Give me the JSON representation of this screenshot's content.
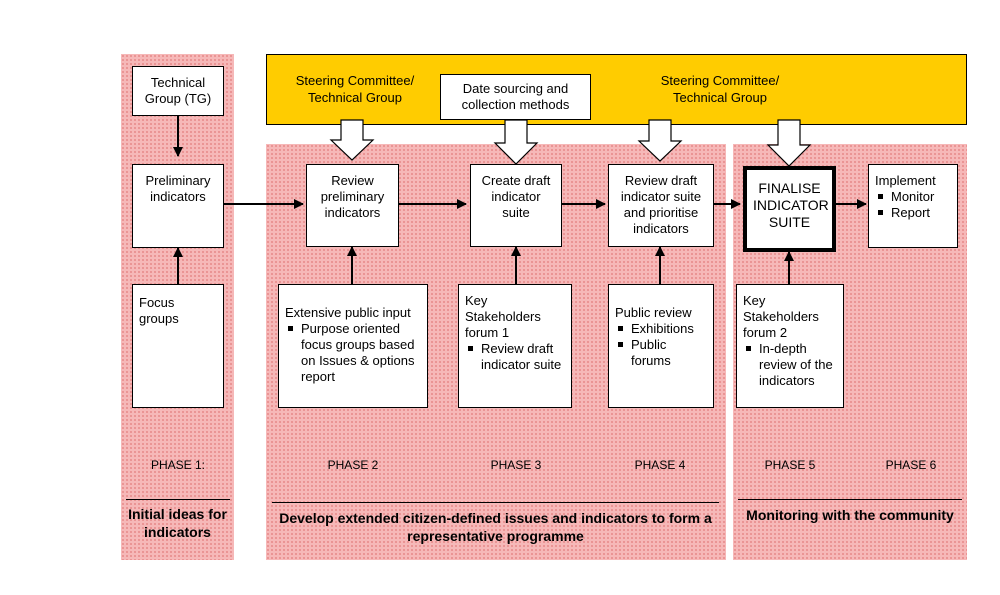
{
  "steering": {
    "left_label": "Steering Committee/ Technical Group",
    "right_label": "Steering Committee/ Technical Group",
    "data_box": "Date sourcing and collection methods"
  },
  "phase1": {
    "technical_group": "Technical Group (TG)",
    "preliminary": "Preliminary indicators",
    "focus_groups": "Focus groups",
    "phase_label": "PHASE 1:",
    "title": "Initial ideas for indicators"
  },
  "phase2": {
    "process": "Review preliminary indicators",
    "input_title": "Extensive public input",
    "input_items": [
      "Purpose oriented focus groups based on Issues & options report"
    ],
    "phase_label": "PHASE 2"
  },
  "phase3": {
    "process": "Create draft indicator suite",
    "input_title": "Key  Stakeholders forum 1",
    "input_items": [
      "Review draft indicator suite"
    ],
    "phase_label": "PHASE 3"
  },
  "phase4": {
    "process": "Review draft indicator suite and prioritise indicators",
    "input_title": "Public review",
    "input_items": [
      "Exhibitions",
      "Public forums"
    ],
    "phase_label": "PHASE 4"
  },
  "phase5": {
    "process": "FINALISE INDICATOR SUITE",
    "input_title": "Key Stakeholders forum 2",
    "input_items": [
      "In-depth review of the indicators"
    ],
    "phase_label": "PHASE 5"
  },
  "phase6": {
    "process_title": "Implement",
    "process_items": [
      "Monitor",
      "Report"
    ],
    "phase_label": "PHASE 6"
  },
  "group_titles": {
    "middle": "Develop extended citizen-defined issues and indicators to form a representative programme",
    "right": "Monitoring with the community"
  }
}
